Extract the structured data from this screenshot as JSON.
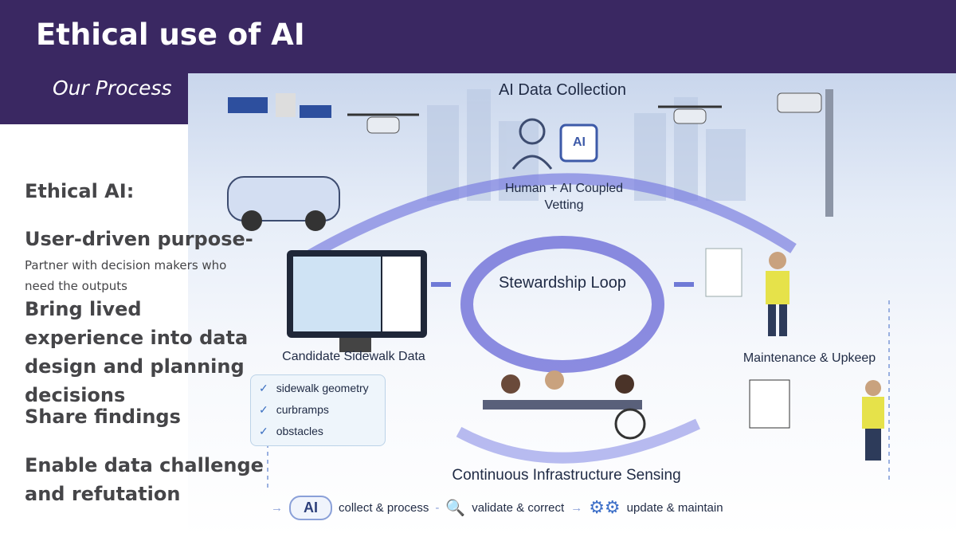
{
  "header": {
    "title": "Ethical use of AI",
    "subtitle": "Our Process"
  },
  "left": {
    "heading": "Ethical AI:",
    "point1_title": "User-driven purpose-",
    "point1_detail": "Partner with decision makers who need the outputs",
    "point2": "Bring lived experience into data design and planning decisions",
    "point3": "Share findings",
    "point4": "Enable data challenge and refutation"
  },
  "diagram": {
    "top_label": "AI Data Collection",
    "chip_label": "AI",
    "vetting": "Human + AI Coupled Vetting",
    "center": "Stewardship Loop",
    "left_label": "Candidate Sidewalk Data",
    "checklist": [
      "sidewalk geometry",
      "curbramps",
      "obstacles"
    ],
    "right_label": "Maintenance & Upkeep",
    "bottom_label": "Continuous Infrastructure Sensing",
    "flow": [
      {
        "icon": "ai-cloud-icon",
        "badge": "AI",
        "label": "collect & process"
      },
      {
        "icon": "validate-search-icon",
        "label": "validate & correct"
      },
      {
        "icon": "bicycle-icon",
        "label": "update & maintain"
      }
    ],
    "colors": {
      "header": "#3a2862",
      "loop": "#6f6fd8"
    }
  }
}
